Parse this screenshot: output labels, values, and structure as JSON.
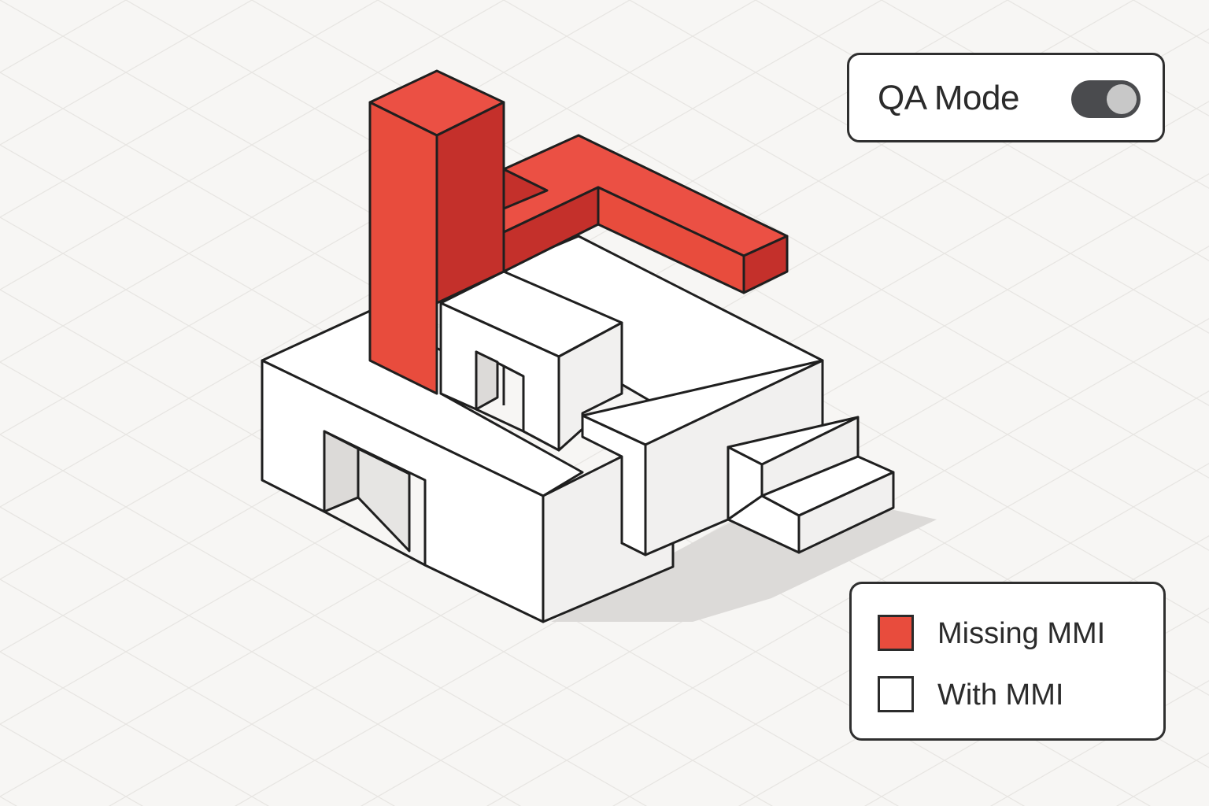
{
  "qa_mode": {
    "label": "QA Mode",
    "toggle_on": true
  },
  "legend": {
    "items": [
      {
        "label": "Missing MMI",
        "color": "#e84c3d"
      },
      {
        "label": "With MMI",
        "color": "#ffffff"
      }
    ]
  },
  "colors": {
    "missing_top": "#eb5044",
    "missing_side": "#c4302b",
    "missing_front": "#e84c3d",
    "with_top": "#ffffff",
    "with_side": "#f1f0ef",
    "background": "#f7f6f4",
    "outline": "#1f1f1f"
  },
  "icons": {
    "toggle": "toggle-switch-icon",
    "swatch": "color-swatch-icon"
  }
}
